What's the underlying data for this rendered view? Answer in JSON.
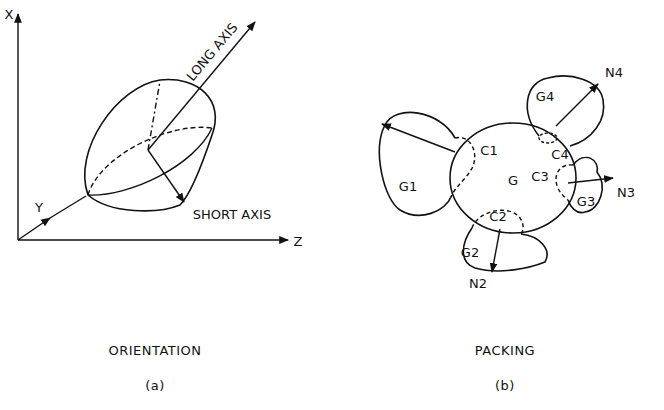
{
  "diagram": {
    "nodes": [
      {
        "text": [
          "G"
        ]
      },
      {
        "text": [
          "G1"
        ]
      },
      {
        "text": [
          "G2"
        ]
      },
      {
        "text": [
          "G3"
        ]
      },
      {
        "text": [
          "G4"
        ]
      }
    ],
    "labels": [
      "X",
      "Y",
      "Z",
      "LONG AXIS",
      "SHORT AXIS",
      "ORIENTATION",
      "(a)",
      "C1",
      "C2",
      "C3",
      "C4",
      "N2",
      "N3",
      "N4",
      "PACKING",
      "(b)"
    ]
  }
}
